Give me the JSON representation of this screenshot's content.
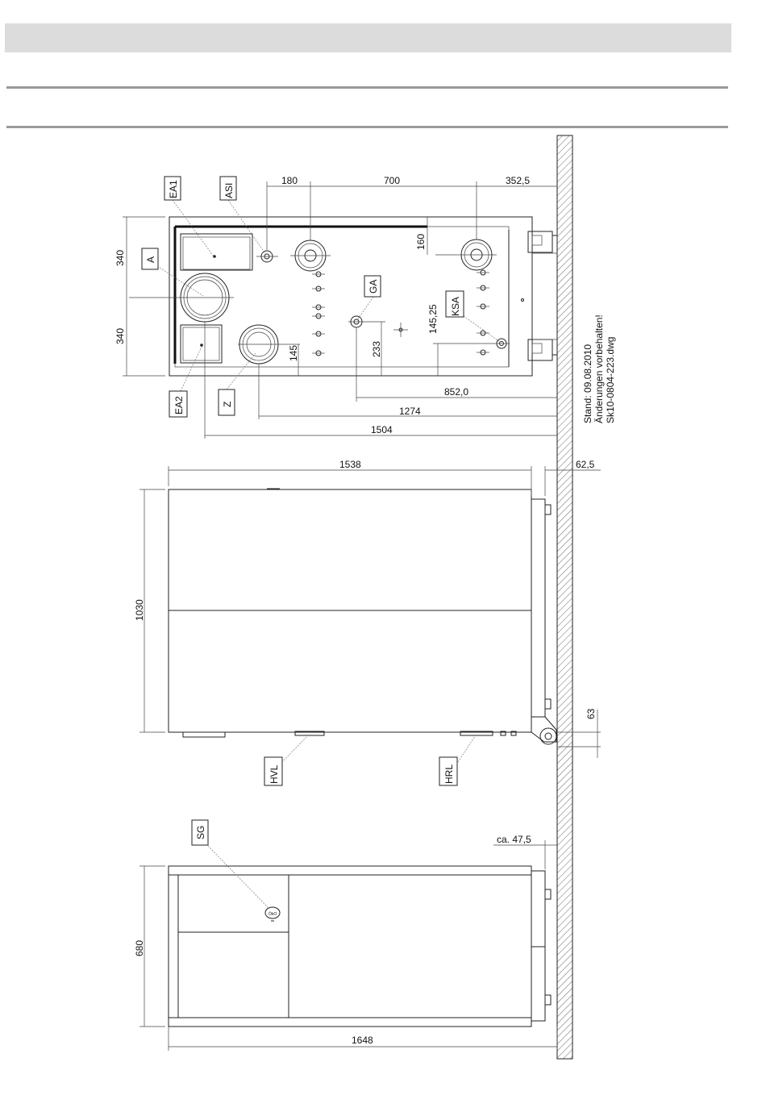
{
  "stamp": {
    "line1": "Stand: 09.08.2010",
    "line2": "Änderungen vorbehalten!",
    "line3": "Sk10-0804-223.dwg"
  },
  "plan_view": {
    "dims": {
      "d180": "180",
      "d700": "700",
      "d352": "352,5",
      "d340a": "340",
      "d340b": "340",
      "d160": "160",
      "d145": "145",
      "d233": "233",
      "d145_25": "145,25",
      "d852": "852,0",
      "d1274": "1274",
      "d1504": "1504"
    },
    "labels": {
      "ea1": "EA1",
      "asi": "ASI",
      "a": "A",
      "ga": "GA",
      "ksa": "KSA",
      "ea2": "EA2",
      "z": "Z"
    }
  },
  "side_view": {
    "dims": {
      "d1538": "1538",
      "d62_5": "62,5",
      "d1030": "1030",
      "d63": "63"
    },
    "labels": {
      "hvl": "HVL",
      "hrl": "HRL"
    }
  },
  "front_view": {
    "dims": {
      "ca47_5": "ca. 47,5",
      "d680": "680",
      "d1648": "1648"
    },
    "labels": {
      "sg": "SG"
    }
  }
}
